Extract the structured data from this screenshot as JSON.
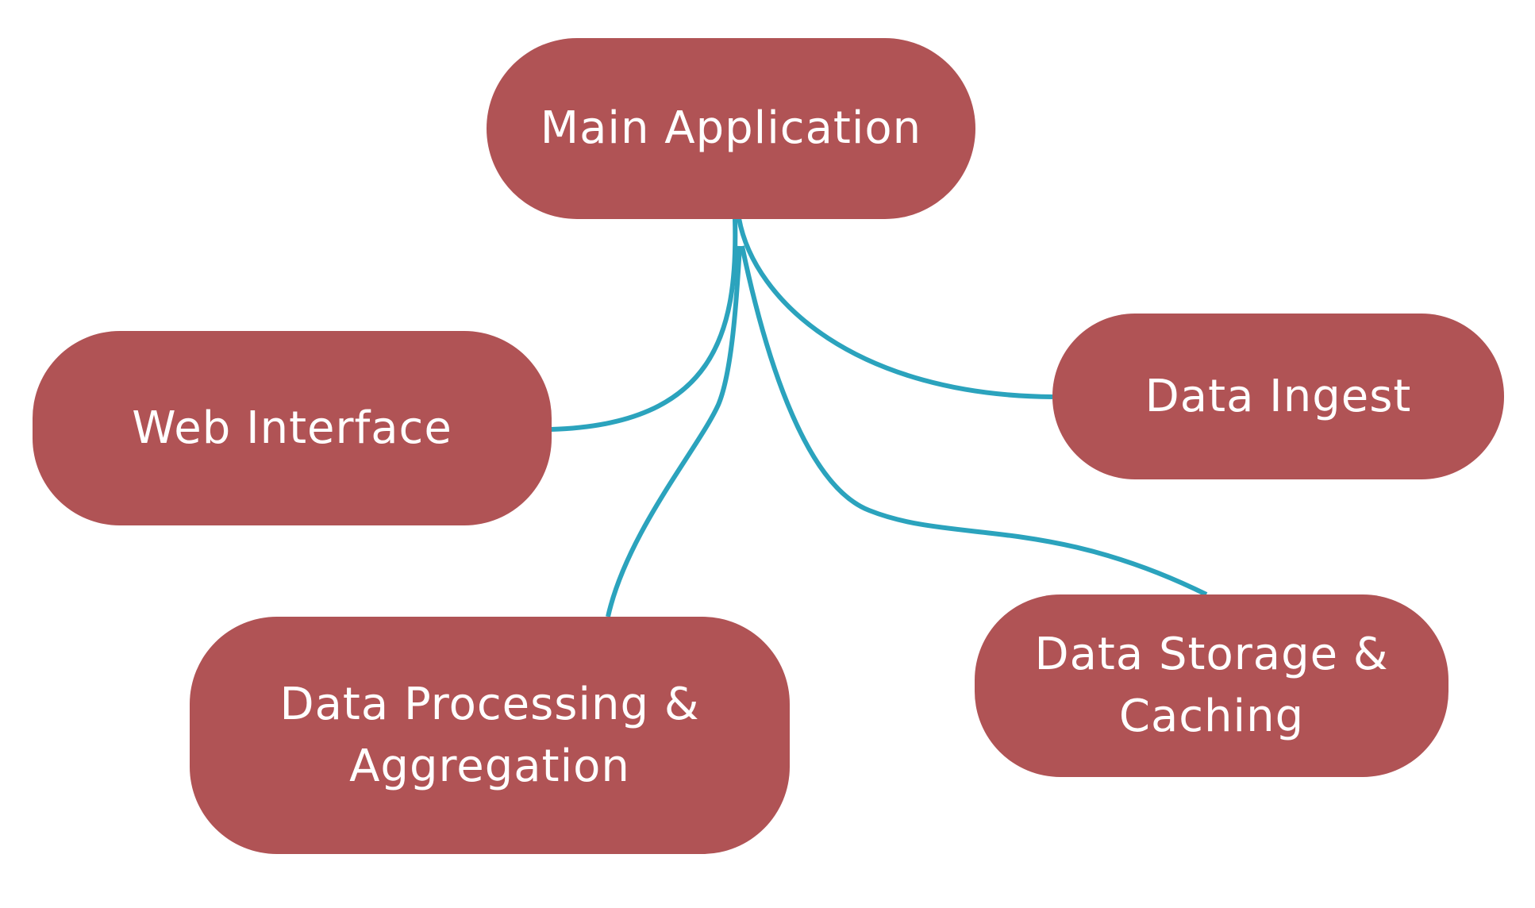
{
  "diagram": {
    "type": "mindmap",
    "colors": {
      "node_fill": "#b05355",
      "node_text": "#ffffff",
      "edge": "#2ba3bd",
      "background": "#ffffff"
    },
    "root": {
      "id": "main",
      "label": "Main Application"
    },
    "children": [
      {
        "id": "web",
        "label": "Web Interface"
      },
      {
        "id": "ingest",
        "label": "Data Ingest"
      },
      {
        "id": "processing",
        "label": "Data Processing & Aggregation",
        "lines": [
          "Data Processing &",
          "Aggregation"
        ]
      },
      {
        "id": "storage",
        "label": "Data Storage & Caching",
        "lines": [
          "Data Storage &",
          "Caching"
        ]
      }
    ],
    "edges": [
      {
        "from": "main",
        "to": "web"
      },
      {
        "from": "main",
        "to": "ingest"
      },
      {
        "from": "main",
        "to": "processing"
      },
      {
        "from": "main",
        "to": "storage"
      }
    ]
  }
}
